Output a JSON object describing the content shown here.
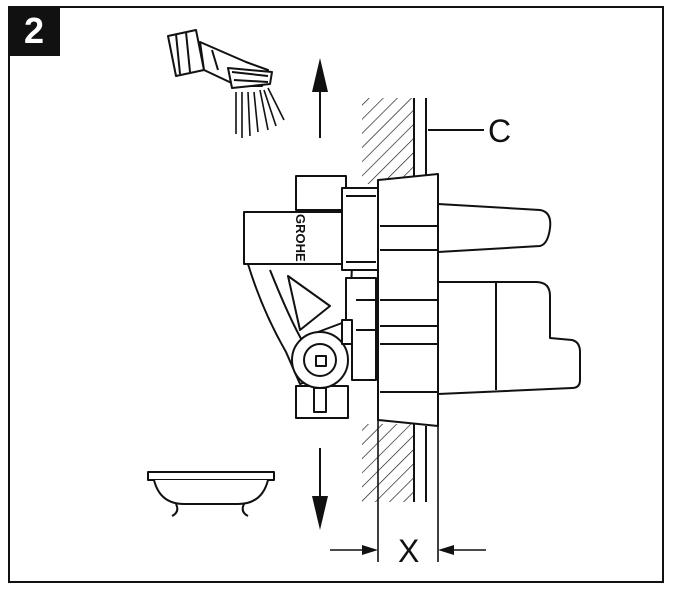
{
  "step_number": "2",
  "labels": {
    "wall_label": "C",
    "depth_label": "X"
  },
  "brand_embossing": "GROHE",
  "icons": [
    "hand-shower-icon",
    "bathtub-icon",
    "arrow-up-icon",
    "arrow-down-icon"
  ],
  "colors": {
    "line": "#111111",
    "fill": "#ffffff",
    "badge_bg": "#111111",
    "badge_text": "#ffffff"
  }
}
